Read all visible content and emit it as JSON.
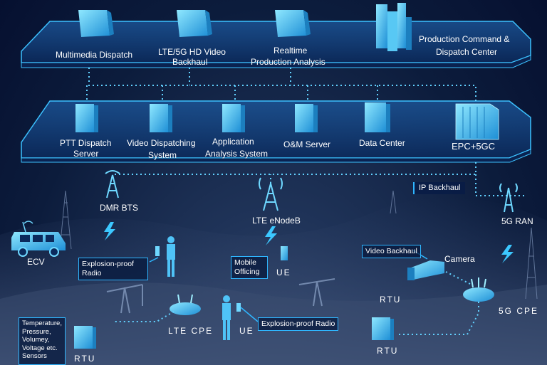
{
  "command_layer": {
    "multimedia_dispatch": "Multimedia Dispatch",
    "lte_video_1": "LTE/5G HD Video",
    "lte_video_2": "Backhaul",
    "realtime_1": "Realtime",
    "realtime_2": "Production Analysis",
    "center_1": "Production Command &",
    "center_2": "Dispatch Center"
  },
  "core_layer": {
    "ptt_1": "PTT Dispatch",
    "ptt_2": "Server",
    "video_1": "Video Dispatching",
    "video_2": "System",
    "app_1": "Application",
    "app_2": "Analysis System",
    "om": "O&M Server",
    "dc": "Data Center",
    "epc": "EPC+5GC"
  },
  "field": {
    "ip_backhaul": "IP Backhaul",
    "dmr_bts": "DMR BTS",
    "lte_enodeb": "LTE eNodeB",
    "ran_5g": "5G RAN",
    "ecv": "ECV",
    "explosion_radio_1": "Explosion-proof",
    "explosion_radio_2": "Radio",
    "mobile_1": "Mobile",
    "mobile_2": "Officing",
    "ue_1": "UE",
    "video_backhaul": "Video Backhaul",
    "camera": "Camera",
    "rtu_1": "RTU",
    "cpe_5g": "5G CPE",
    "lte_cpe": "LTE CPE",
    "ue_2": "UE",
    "explosion_radio_full": "Explosion-proof Radio",
    "sensors_1": "Temperature,",
    "sensors_2": "Pressure,",
    "sensors_3": "Volumey,",
    "sensors_4": "Voltage etc.",
    "sensors_5": "Sensors",
    "rtu_2": "RTU",
    "rtu_3": "RTU"
  },
  "colors": {
    "accent": "#2fb6ff",
    "device": "#6fd8ff",
    "device_dark": "#1c7fbf",
    "link": "#63d2ff"
  }
}
